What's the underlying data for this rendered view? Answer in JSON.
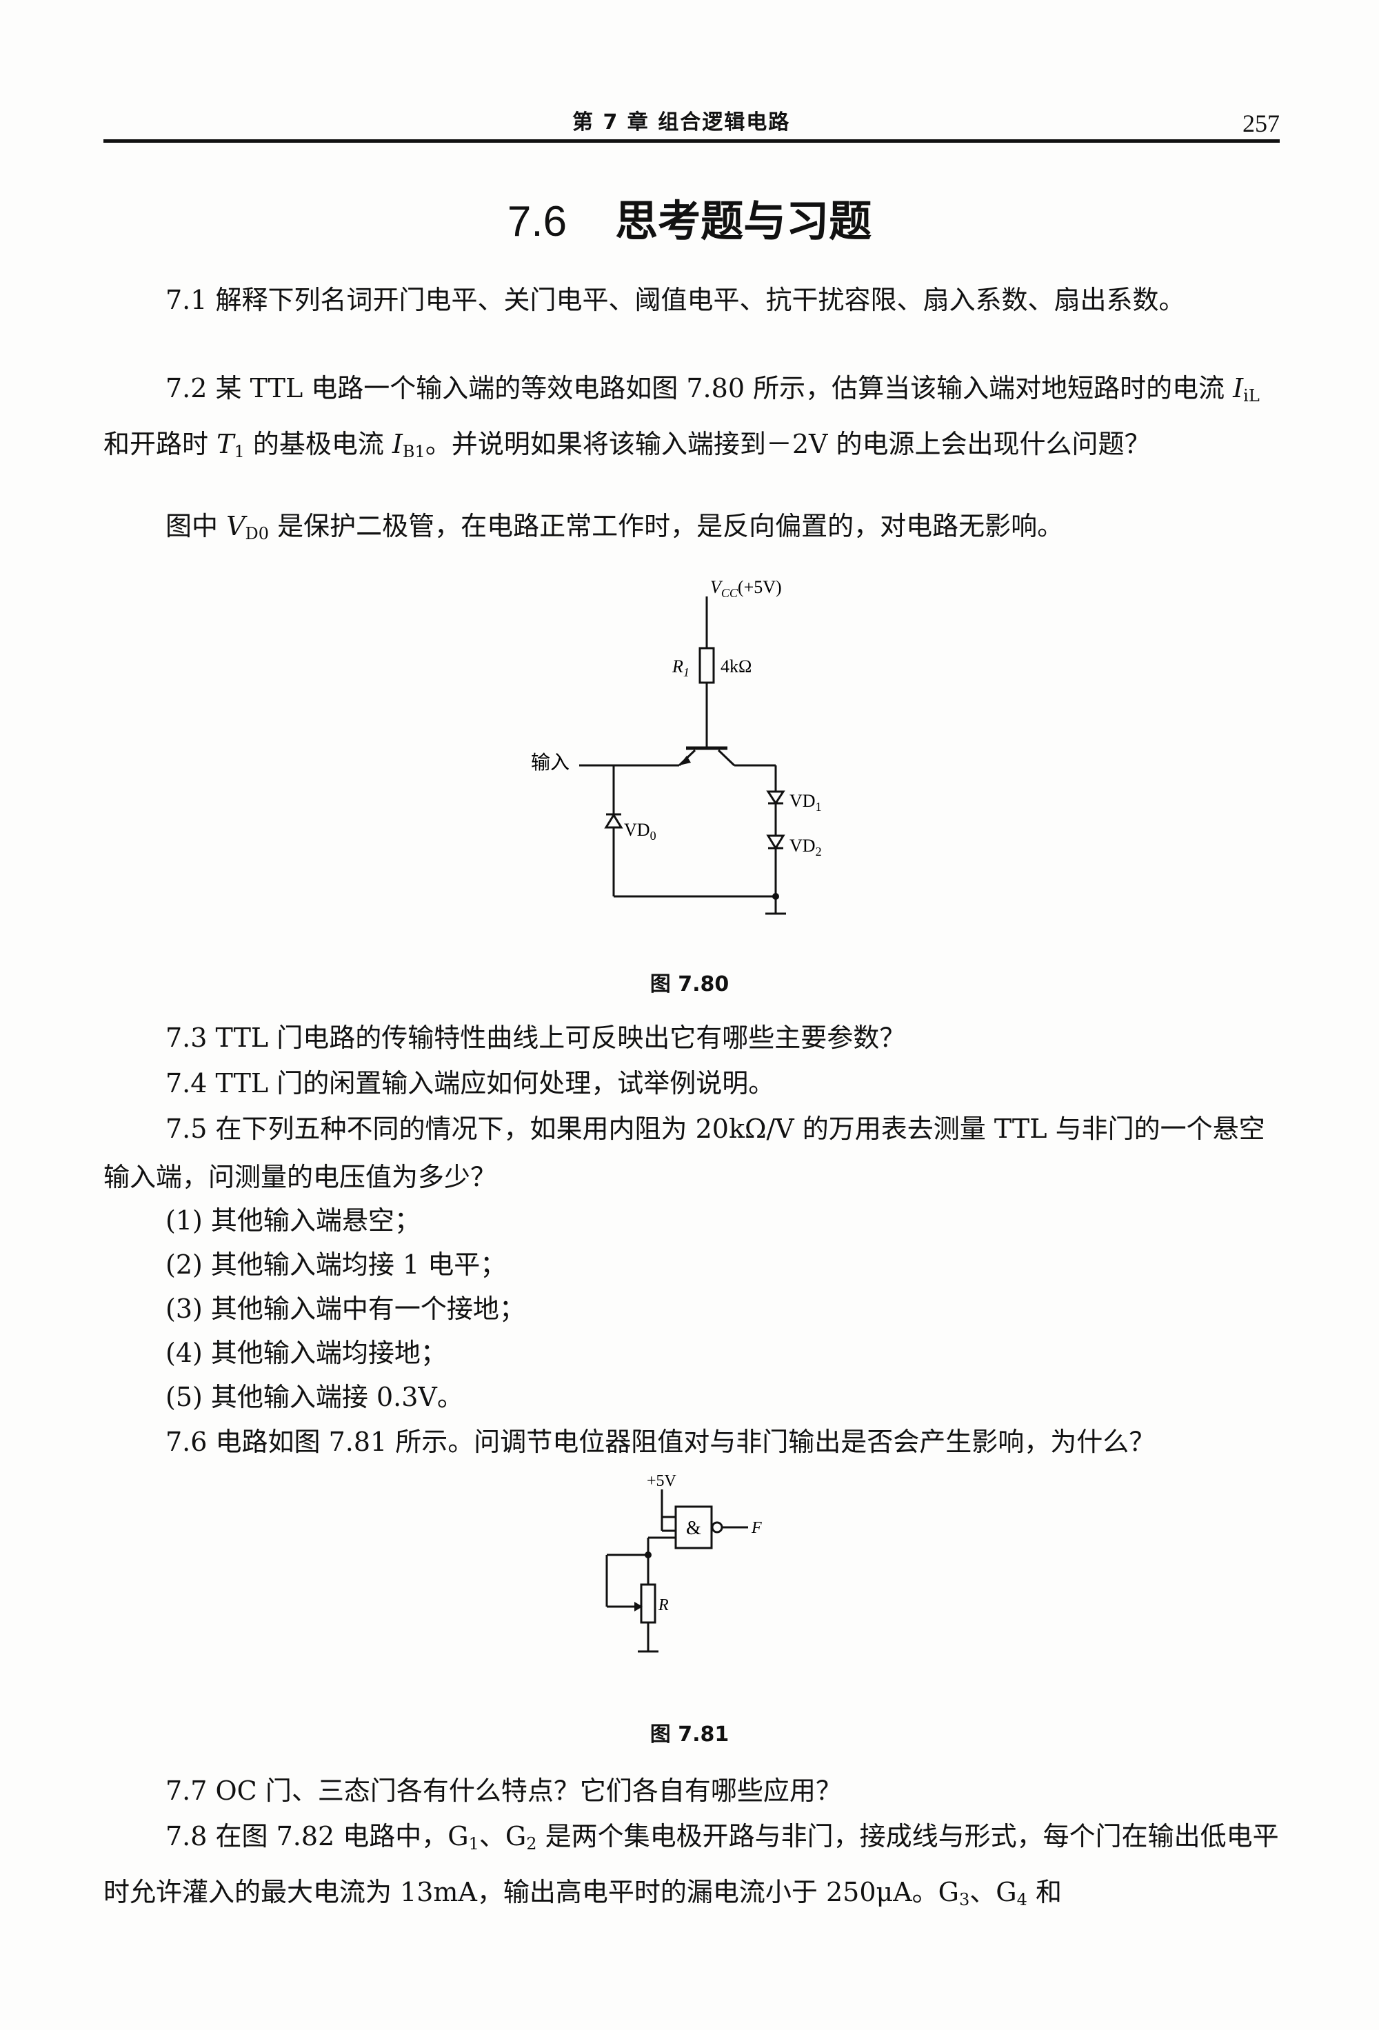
{
  "header": {
    "title": "第 7 章   组合逻辑电路",
    "page_number": "257"
  },
  "section": {
    "number": "7.6",
    "title": "思考题与习题"
  },
  "problems": {
    "p7_1": "7.1   解释下列名词开门电平、关门电平、阈值电平、抗干扰容限、扇入系数、扇出系数。",
    "p7_2a": "7.2   某 TTL 电路一个输入端的等效电路如图 7.80 所示，估算当该输入端对地短路时的电流 ",
    "p7_2_IiL": "I",
    "p7_2_IiL_sub": "iL",
    "p7_2b": " 和开路时 ",
    "p7_2_T1": "T",
    "p7_2_T1_sub": "1",
    "p7_2c": " 的基极电流 ",
    "p7_2_IB1": "I",
    "p7_2_IB1_sub": "B1",
    "p7_2d": "。并说明如果将该输入端接到－2V 的电源上会出现什么问题？",
    "p7_2_note_a": "图中 ",
    "p7_2_note_V": "V",
    "p7_2_note_Vsub": "D0",
    "p7_2_note_b": " 是保护二极管，在电路正常工作时，是反向偏置的，对电路无影响。",
    "p7_3": "7.3   TTL 门电路的传输特性曲线上可反映出它有哪些主要参数？",
    "p7_4": "7.4   TTL 门的闲置输入端应如何处理，试举例说明。",
    "p7_5": "7.5   在下列五种不同的情况下，如果用内阻为 20kΩ/V 的万用表去测量 TTL 与非门的一个悬空输入端，问测量的电压值为多少？",
    "p7_5_items": [
      "(1)  其他输入端悬空；",
      "(2)  其他输入端均接 1 电平；",
      "(3)  其他输入端中有一个接地；",
      "(4)  其他输入端均接地；",
      "(5)  其他输入端接 0.3V。"
    ],
    "p7_6": "7.6   电路如图 7.81 所示。问调节电位器阻值对与非门输出是否会产生影响，为什么？",
    "p7_7": "7.7   OC 门、三态门各有什么特点？它们各自有哪些应用？",
    "p7_8a": "7.8   在图 7.82 电路中，G",
    "p7_8_s1": "1",
    "p7_8b": "、G",
    "p7_8_s2": "2",
    "p7_8c": " 是两个集电极开路与非门，接成线与形式，每个门在输出低电平时允许灌入的最大电流为 13mA，输出高电平时的漏电流小于 250μA。G",
    "p7_8_s3": "3",
    "p7_8d": "、G",
    "p7_8_s4": "4",
    "p7_8e": " 和"
  },
  "fig780": {
    "caption": "图 7.80",
    "vcc_label": "V",
    "vcc_sub": "CC",
    "vcc_value": "(+5V)",
    "r1_label": "R",
    "r1_sub": "1",
    "r1_value": "4kΩ",
    "input_label": "输入",
    "vd0_label": "VD",
    "vd0_sub": "0",
    "vd1_label": "VD",
    "vd1_sub": "1",
    "vd2_label": "VD",
    "vd2_sub": "2"
  },
  "fig781": {
    "caption": "图 7.81",
    "supply_label": "+5V",
    "gate_symbol": "&",
    "output_label": "F",
    "r_label": "R"
  }
}
